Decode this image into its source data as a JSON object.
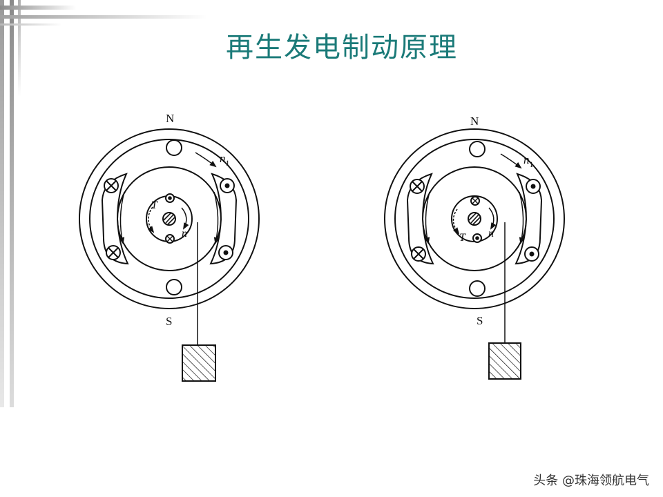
{
  "slide": {
    "title": "再生发电制动原理",
    "title_color": "#1a7a78"
  },
  "motors": [
    {
      "pole_top": "N",
      "pole_bottom": "S",
      "field_speed": "n",
      "field_speed_sub": "1",
      "torque": "T",
      "speed": "n"
    },
    {
      "pole_top": "N",
      "pole_bottom": "S",
      "field_speed": "n",
      "field_speed_sub": "1",
      "torque": "T",
      "speed": "n"
    }
  ],
  "watermark": "头条 @珠海领航电气"
}
